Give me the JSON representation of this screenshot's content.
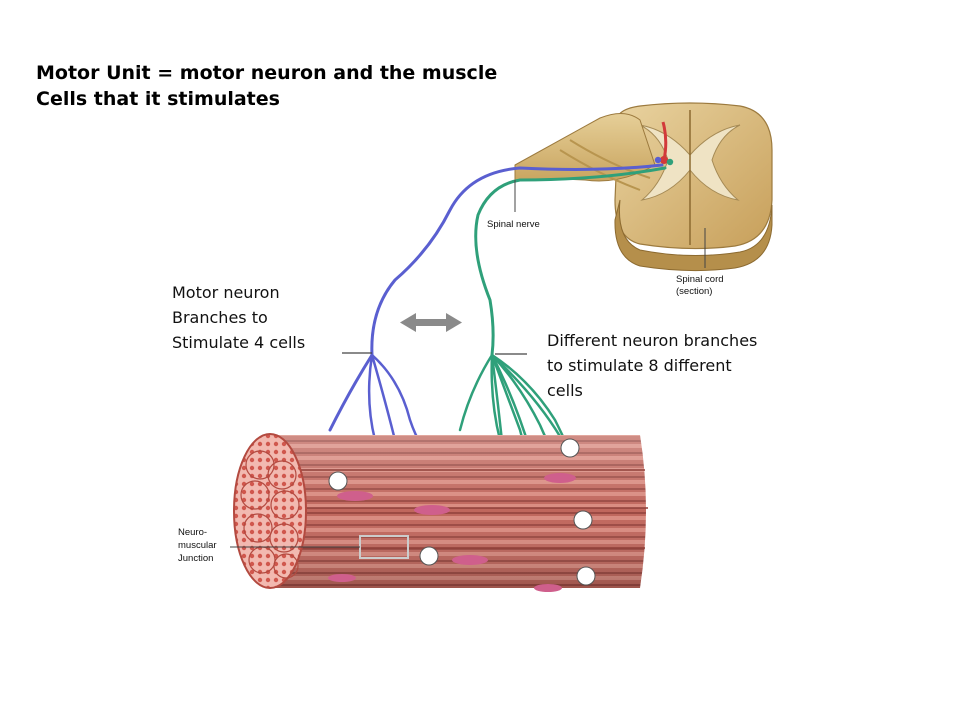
{
  "title": {
    "line1": "Motor Unit = motor neuron and the muscle",
    "line2": "Cells that it stimulates"
  },
  "captions": {
    "left": [
      "Motor neuron",
      "Branches to",
      "Stimulate 4 cells"
    ],
    "right": [
      "Different neuron branches",
      "to stimulate 8 different",
      "cells"
    ]
  },
  "labels": {
    "spinal_nerve": "Spinal nerve",
    "spinal_cord": [
      "Spinal cord",
      "(section)"
    ],
    "nmj": [
      "Neuro-",
      "muscular",
      "Junction"
    ]
  },
  "colors": {
    "blue_neuron": "#5a5fd0",
    "green_neuron": "#2fa07a",
    "muscle": "#b0564e",
    "cord": "#d6b676"
  },
  "icons": [
    "double-arrow-icon"
  ]
}
